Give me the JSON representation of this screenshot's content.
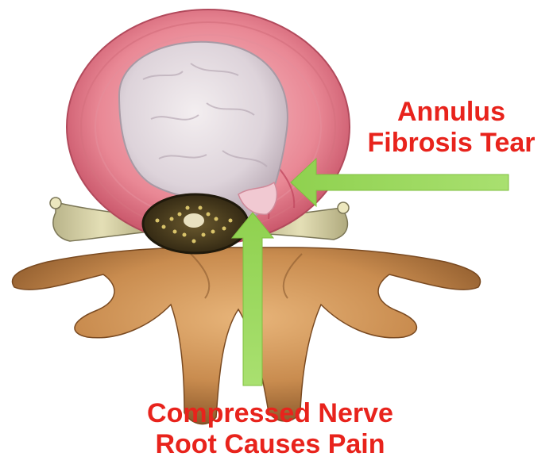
{
  "diagram": {
    "label_color": "#e8231c",
    "arrow_color": "#8fd14f",
    "labels": {
      "annulus_tear": {
        "line1": "Annulus",
        "line2": "Fibrosis Tear"
      },
      "compressed_nerve": {
        "line1": "Compressed Nerve",
        "line2": "Root Causes Pain"
      }
    }
  }
}
